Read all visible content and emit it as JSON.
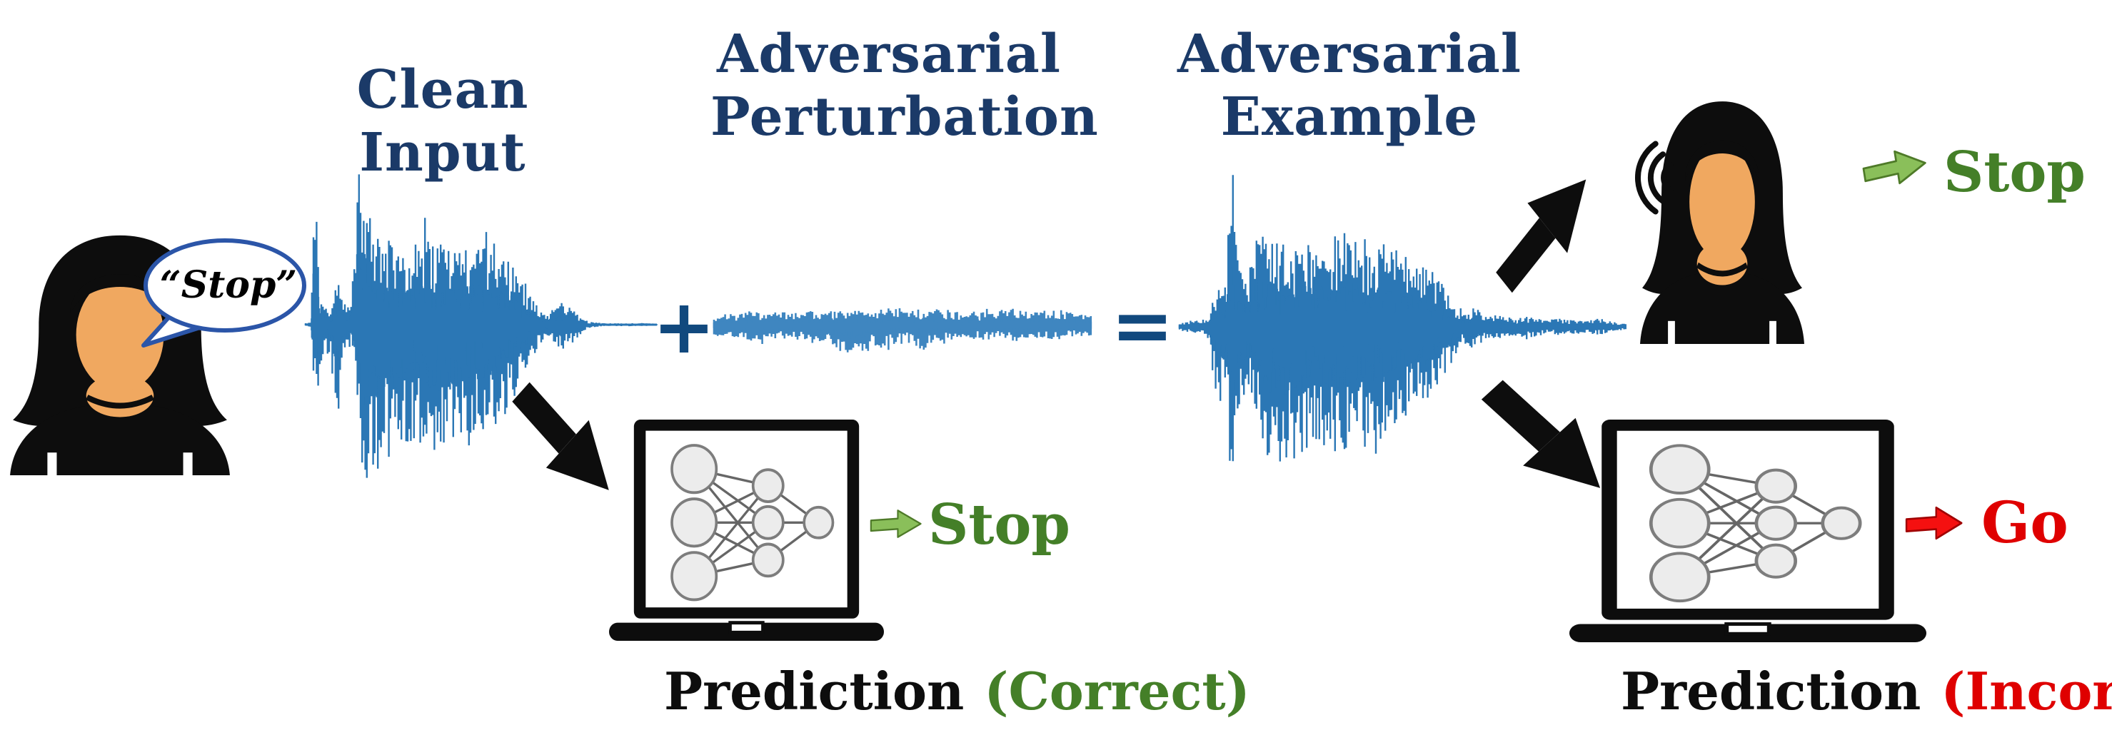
{
  "titles": {
    "clean_input": "Clean Input",
    "adv_pert_line1": "Adversarial",
    "adv_pert_line2": "Perturbation",
    "adv_example_line1": "Adversarial",
    "adv_example_line2": "Example"
  },
  "speech_bubble": {
    "text": "“Stop”"
  },
  "operators": {
    "plus": "+",
    "equals": "="
  },
  "outputs": {
    "human_heard": "Stop",
    "clean_model_prediction": "Stop",
    "adversarial_model_prediction": "Go"
  },
  "captions": {
    "left_prediction": "Prediction",
    "left_status": "(Correct)",
    "right_prediction": "Prediction",
    "right_status": "(Incorrect)"
  },
  "palette": {
    "navy": "#1b3a68",
    "operator_blue": "#11497e",
    "waveform_blue": "#2b77b5",
    "perturbation_blue": "#3f86c0",
    "green_text": "#447f28",
    "green_fill": "#8abf5a",
    "green_stroke": "#4e7a28",
    "red_text": "#df0000",
    "red_fill": "#f51010",
    "red_stroke": "#a00000",
    "black": "#0d0d0d",
    "skin": "#f0a860",
    "bubble_border": "#2b55a8",
    "node_fill": "#ececec",
    "node_stroke": "#7d7d7d"
  }
}
